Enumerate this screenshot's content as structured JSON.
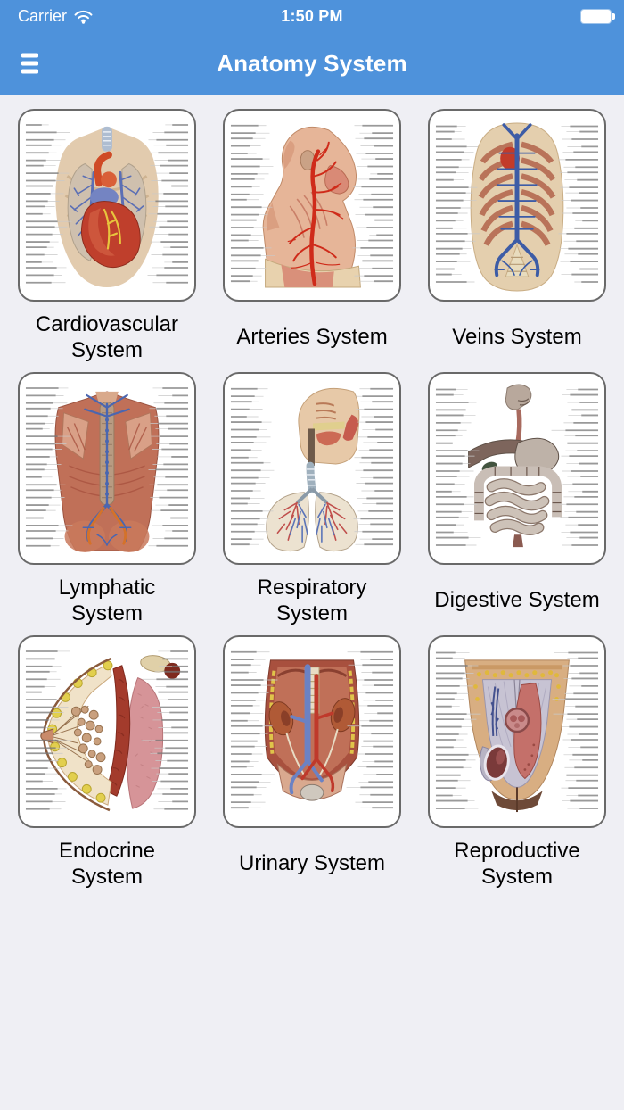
{
  "status_bar": {
    "carrier": "Carrier",
    "time": "1:50 PM",
    "wifi_icon": "wifi",
    "battery_icon": "battery-full"
  },
  "nav_bar": {
    "title": "Anatomy System",
    "menu_icon": "hamburger"
  },
  "colors": {
    "header_blue": "#4E92DB",
    "background": "#EFEFF4",
    "card_border": "#696969",
    "nav_title_text": "#FFFFFF",
    "label_text": "#000000"
  },
  "grid": {
    "items": [
      {
        "id": "cardiovascular",
        "title": "Cardiovascular System",
        "title_line1": "Cardiovascular",
        "title_line2": "System",
        "illustration": "cardiovascular-anatomy-plate"
      },
      {
        "id": "arteries",
        "title": "Arteries System",
        "title_line1": "Arteries System",
        "title_line2": "",
        "illustration": "arteries-anatomy-plate"
      },
      {
        "id": "veins",
        "title": "Veins System",
        "title_line1": "Veins System",
        "title_line2": "",
        "illustration": "veins-anatomy-plate"
      },
      {
        "id": "lymphatic",
        "title": "Lymphatic System",
        "title_line1": "Lymphatic",
        "title_line2": "System",
        "illustration": "lymphatic-anatomy-plate"
      },
      {
        "id": "respiratory",
        "title": "Respiratory System",
        "title_line1": "Respiratory",
        "title_line2": "System",
        "illustration": "respiratory-anatomy-plate"
      },
      {
        "id": "digestive",
        "title": "Digestive System",
        "title_line1": "Digestive System",
        "title_line2": "",
        "illustration": "digestive-anatomy-plate"
      },
      {
        "id": "endocrine",
        "title": "Endocrine System",
        "title_line1": "Endocrine",
        "title_line2": "System",
        "illustration": "endocrine-anatomy-plate"
      },
      {
        "id": "urinary",
        "title": "Urinary System",
        "title_line1": "Urinary System",
        "title_line2": "",
        "illustration": "urinary-anatomy-plate"
      },
      {
        "id": "reproductive",
        "title": "Reproductive System",
        "title_line1": "Reproductive",
        "title_line2": "System",
        "illustration": "reproductive-anatomy-plate"
      }
    ]
  }
}
